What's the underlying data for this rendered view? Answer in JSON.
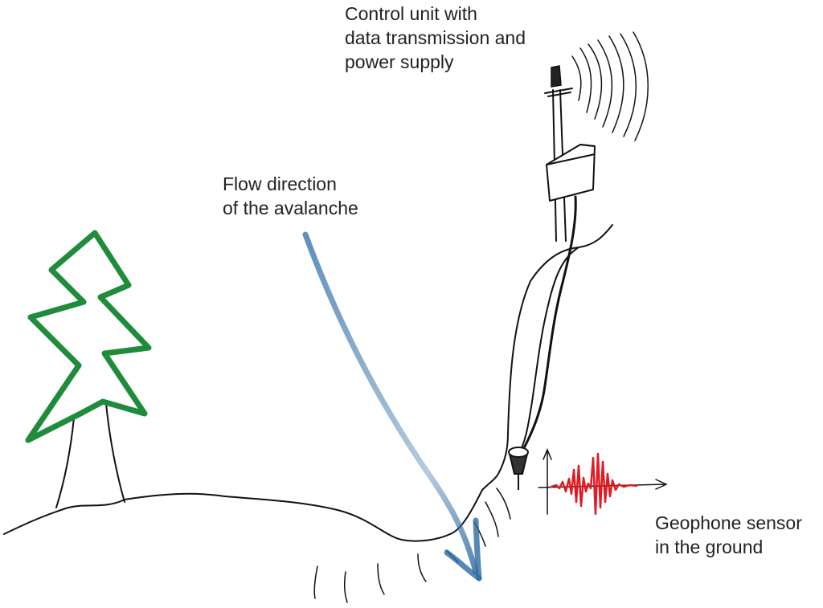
{
  "labels": {
    "control_unit": [
      "Control unit with",
      "data transmission and",
      "power supply"
    ],
    "flow_direction": [
      "Flow direction",
      "of the avalanche"
    ],
    "geophone": [
      "Geophone sensor",
      "in the ground"
    ]
  },
  "colors": {
    "tree": "#1e8c3a",
    "arrow": "#2b6aa3",
    "signal": "#e01b24",
    "ink": "#111111"
  }
}
